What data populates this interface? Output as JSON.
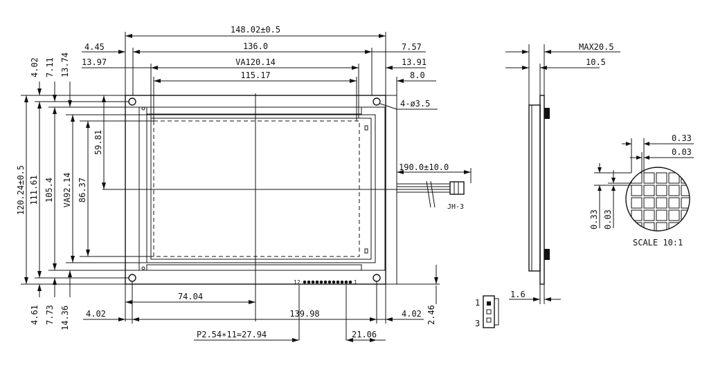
{
  "front_view": {
    "overall_width": "148.02±0.5",
    "pcb_inner_width": "136.0",
    "va_width": "VA120.14",
    "aa_width": "115.17",
    "left_offset_1": "4.45",
    "left_offset_2": "13.97",
    "right_offset_1": "7.57",
    "right_offset_2": "13.91",
    "right_offset_3": "8.0",
    "mount_holes": "4-ø3.5",
    "top_left_1": "4.02",
    "top_left_2": "7.11",
    "top_left_3": "13.74",
    "overall_height": "120.24±0.5",
    "pcb_height": "111.61",
    "frame_height": "105.4",
    "va_height": "VA92.14",
    "aa_height": "86.37",
    "center_height": "59.81",
    "bottom_left_1": "4.61",
    "bottom_left_2": "7.73",
    "bottom_left_3": "14.36",
    "bottom_hole_left": "4.02",
    "center_x": "74.04",
    "hole_span": "139.98",
    "bottom_hole_right": "4.02",
    "bottom_right_v": "2.46",
    "pin_pitch": "P2.54∗11=27.94",
    "pin_offset": "21.06",
    "pin_label_left": "12",
    "pin_label_right": "1",
    "cable_length": "190.0±10.0",
    "connector_name": "JH-3"
  },
  "side_view": {
    "max_thickness": "MAX20.5",
    "thickness": "10.5",
    "pcb_thickness": "1.6"
  },
  "pixel_detail": {
    "dot_size": "0.33",
    "dot_gap": "0.03",
    "v_dot_size": "0.33",
    "v_dot_gap": "0.03",
    "scale": "SCALE 10:1"
  },
  "connector_detail": {
    "pin_1": "1",
    "pin_3": "3"
  }
}
